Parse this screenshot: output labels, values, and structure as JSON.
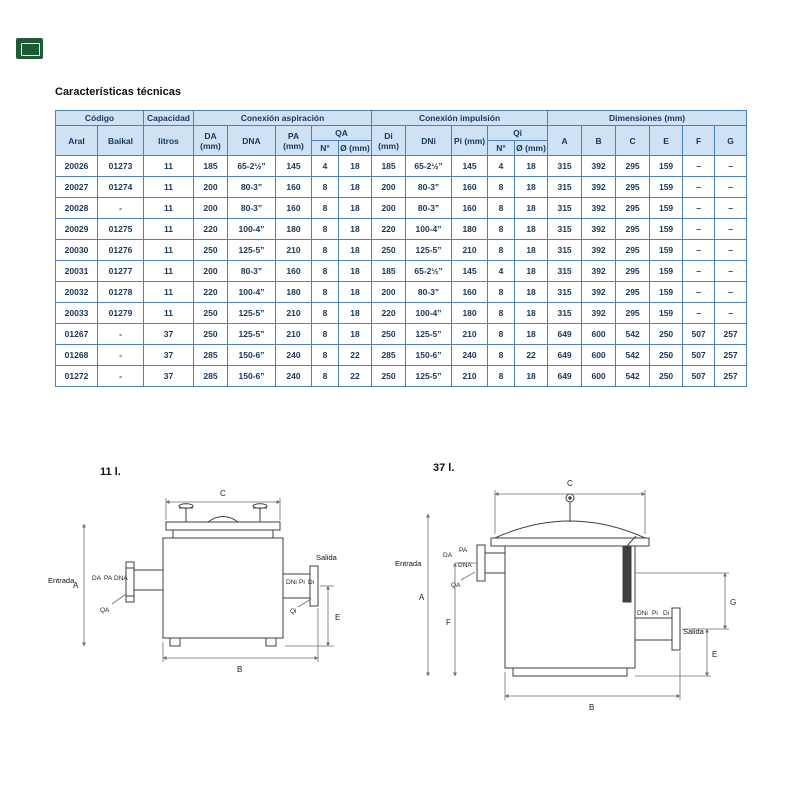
{
  "page": {
    "title": "Características técnicas"
  },
  "colors": {
    "header_bg": "#cfe2f3",
    "table_border": "#4d7fb8",
    "table_text": "#16365c",
    "logo_green": "#1d5a33"
  },
  "table": {
    "header": {
      "codigo": "Código",
      "capacidad": "Capacidad",
      "conexion_aspiracion": "Conexión aspiración",
      "conexion_impulsion": "Conexión impulsión",
      "dimensiones": "Dimensiones (mm)",
      "aral": "Aral",
      "baikal": "Baikal",
      "litros": "litros",
      "da": "DA (mm)",
      "dna": "DNA",
      "pa": "PA (mm)",
      "qa": "QA",
      "di": "Di (mm)",
      "dni": "DNi",
      "pi": "Pi (mm)",
      "qi": "Qi",
      "num": "N°",
      "diam": "Ø (mm)",
      "dim_a": "A",
      "dim_b": "B",
      "dim_c": "C",
      "dim_e": "E",
      "dim_f": "F",
      "dim_g": "G"
    },
    "rows": [
      [
        "20026",
        "01273",
        "11",
        "185",
        "65-2½”",
        "145",
        "4",
        "18",
        "185",
        "65-2½”",
        "145",
        "4",
        "18",
        "315",
        "392",
        "295",
        "159",
        "–",
        "–"
      ],
      [
        "20027",
        "01274",
        "11",
        "200",
        "80-3”",
        "160",
        "8",
        "18",
        "200",
        "80-3”",
        "160",
        "8",
        "18",
        "315",
        "392",
        "295",
        "159",
        "–",
        "–"
      ],
      [
        "20028",
        "-",
        "11",
        "200",
        "80-3”",
        "160",
        "8",
        "18",
        "200",
        "80-3”",
        "160",
        "8",
        "18",
        "315",
        "392",
        "295",
        "159",
        "–",
        "–"
      ],
      [
        "20029",
        "01275",
        "11",
        "220",
        "100-4”",
        "180",
        "8",
        "18",
        "220",
        "100-4”",
        "180",
        "8",
        "18",
        "315",
        "392",
        "295",
        "159",
        "–",
        "–"
      ],
      [
        "20030",
        "01276",
        "11",
        "250",
        "125-5”",
        "210",
        "8",
        "18",
        "250",
        "125-5”",
        "210",
        "8",
        "18",
        "315",
        "392",
        "295",
        "159",
        "–",
        "–"
      ],
      [
        "20031",
        "01277",
        "11",
        "200",
        "80-3”",
        "160",
        "8",
        "18",
        "185",
        "65-2½”",
        "145",
        "4",
        "18",
        "315",
        "392",
        "295",
        "159",
        "–",
        "–"
      ],
      [
        "20032",
        "01278",
        "11",
        "220",
        "100-4”",
        "180",
        "8",
        "18",
        "200",
        "80-3”",
        "160",
        "8",
        "18",
        "315",
        "392",
        "295",
        "159",
        "–",
        "–"
      ],
      [
        "20033",
        "01279",
        "11",
        "250",
        "125-5”",
        "210",
        "8",
        "18",
        "220",
        "100-4”",
        "180",
        "8",
        "18",
        "315",
        "392",
        "295",
        "159",
        "–",
        "–"
      ],
      [
        "01267",
        "-",
        "37",
        "250",
        "125-5”",
        "210",
        "8",
        "18",
        "250",
        "125-5”",
        "210",
        "8",
        "18",
        "649",
        "600",
        "542",
        "250",
        "507",
        "257"
      ],
      [
        "01268",
        "-",
        "37",
        "285",
        "150-6”",
        "240",
        "8",
        "22",
        "285",
        "150-6”",
        "240",
        "8",
        "22",
        "649",
        "600",
        "542",
        "250",
        "507",
        "257"
      ],
      [
        "01272",
        "-",
        "37",
        "285",
        "150-6”",
        "240",
        "8",
        "22",
        "250",
        "125-5”",
        "210",
        "8",
        "18",
        "649",
        "600",
        "542",
        "250",
        "507",
        "257"
      ]
    ]
  },
  "diagrams": {
    "left": {
      "title": "11 l.",
      "entrada": "Entrada",
      "salida": "Salida",
      "dim_a": "A",
      "dim_b": "B",
      "dim_c": "C",
      "dim_e": "E",
      "da": "DA",
      "pa": "PA",
      "dna": "DNA",
      "qa": "QA",
      "dni": "DNi",
      "pi": "Pi",
      "di": "Di",
      "qi": "Qi"
    },
    "right": {
      "title": "37 l.",
      "entrada": "Entrada",
      "salida": "Salida",
      "dim_a": "A",
      "dim_b": "B",
      "dim_c": "C",
      "dim_e": "E",
      "dim_f": "F",
      "dim_g": "G",
      "da": "DA",
      "pa": "PA",
      "dna": "DNA",
      "qa": "QA",
      "dni": "DNi",
      "pi": "Pi",
      "di": "Di"
    }
  }
}
